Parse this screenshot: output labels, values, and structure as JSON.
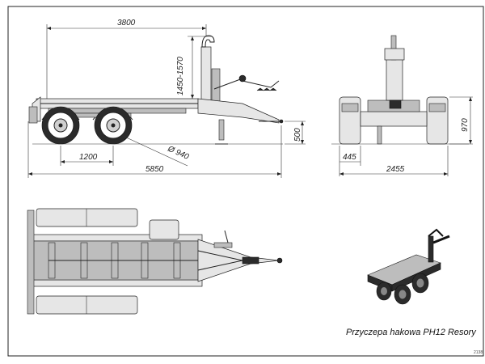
{
  "drawing": {
    "caption": "Przyczepa hakowa PH12 Resory",
    "sheet_number": "2138",
    "side_view": {
      "length_top": "3800",
      "hook_height": "1450-1570",
      "frame_height": "500",
      "axle_spacing": "1200",
      "wheel_diameter": "Ø 940",
      "overall_length": "5850"
    },
    "front_view": {
      "height": "970",
      "offset": "445",
      "overall_width": "2455"
    }
  }
}
